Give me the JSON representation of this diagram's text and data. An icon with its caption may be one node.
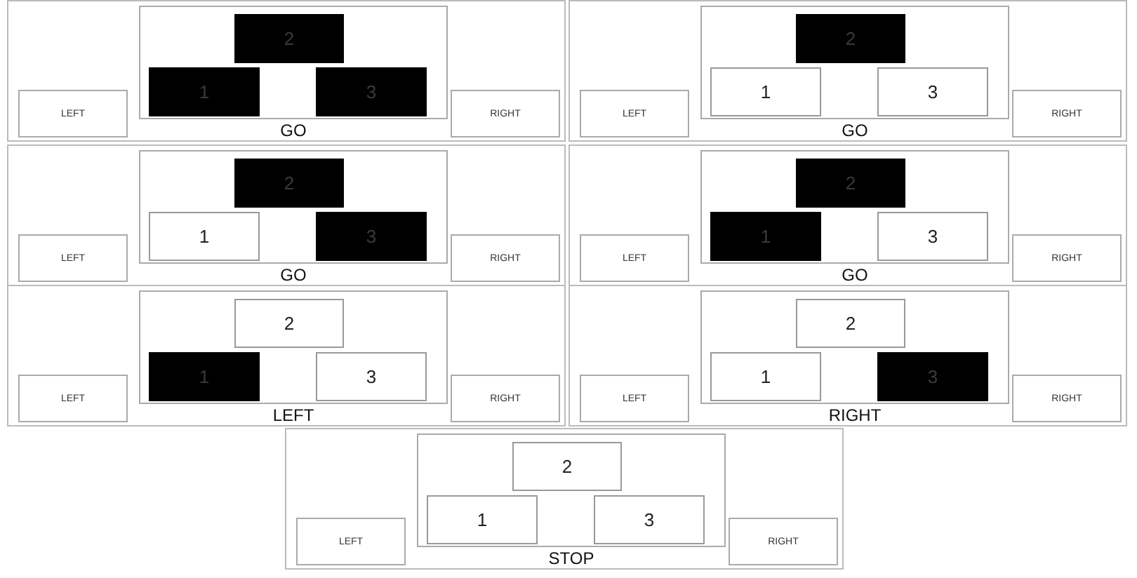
{
  "diagram": {
    "nodes": [
      {
        "text": [
          "GO"
        ]
      },
      {
        "text": [],
        "shape": "box",
        "in": 0
      },
      {
        "text": [],
        "shape": "block",
        "in": 1
      },
      {
        "text": [],
        "shape": "block",
        "in": 1
      },
      {
        "text": [],
        "shape": "block",
        "in": 1
      },
      {
        "text": [
          "LEFT"
        ],
        "in": 0
      },
      {
        "text": [
          "RIGHT"
        ],
        "in": 0
      },
      {
        "text": [
          "GO"
        ]
      },
      {
        "text": [],
        "shape": "box",
        "in": 7
      },
      {
        "text": [],
        "shape": "block",
        "in": 8
      },
      {
        "text": [
          "1"
        ],
        "in": 8
      },
      {
        "text": [
          "3"
        ],
        "in": 8
      },
      {
        "text": [
          "LEFT"
        ],
        "in": 7
      },
      {
        "text": [
          "RIGHT"
        ],
        "in": 7
      },
      {
        "text": [
          "GO"
        ]
      },
      {
        "text": [],
        "shape": "box",
        "in": 14
      },
      {
        "text": [],
        "shape": "block",
        "in": 15
      },
      {
        "text": [
          "1"
        ],
        "in": 15
      },
      {
        "text": [],
        "shape": "block",
        "in": 15
      },
      {
        "text": [
          "LEFT"
        ],
        "in": 14
      },
      {
        "text": [
          "RIGHT"
        ],
        "in": 14
      },
      {
        "text": [
          "GO"
        ]
      },
      {
        "text": [],
        "shape": "box",
        "in": 21
      },
      {
        "text": [],
        "shape": "block",
        "in": 22
      },
      {
        "text": [],
        "shape": "block",
        "in": 22
      },
      {
        "text": [
          "3"
        ],
        "in": 22
      },
      {
        "text": [
          "LEFT"
        ],
        "in": 21
      },
      {
        "text": [
          "RIGHT"
        ],
        "in": 21
      },
      {
        "text": [
          "LEFT"
        ]
      },
      {
        "text": [],
        "shape": "box",
        "in": 28
      },
      {
        "text": [
          "2"
        ],
        "in": 29
      },
      {
        "text": [],
        "shape": "block",
        "in": 29
      },
      {
        "text": [
          "3"
        ],
        "in": 29
      },
      {
        "text": [
          "LEFT"
        ],
        "in": 28
      },
      {
        "text": [
          "RIGHT"
        ],
        "in": 28
      },
      {
        "text": [
          "RIGHT"
        ]
      },
      {
        "text": [],
        "shape": "box",
        "in": 35
      },
      {
        "text": [
          "2"
        ],
        "in": 36
      },
      {
        "text": [
          "1"
        ],
        "in": 36
      },
      {
        "text": [],
        "shape": "block",
        "in": 36
      },
      {
        "text": [
          "LEFT"
        ],
        "in": 35
      },
      {
        "text": [
          "RIGHT"
        ],
        "in": 35
      },
      {
        "text": [
          "STOP"
        ]
      },
      {
        "text": [],
        "shape": "box",
        "in": 42
      },
      {
        "text": [
          "2"
        ],
        "in": 43
      },
      {
        "text": [
          "1"
        ],
        "in": 43
      },
      {
        "text": [
          "3"
        ],
        "in": 43
      },
      {
        "text": [
          "LEFT"
        ],
        "in": 42
      },
      {
        "text": [
          "RIGHT"
        ],
        "in": 42
      }
    ],
    "labels": [
      "2",
      "1",
      "3",
      "2",
      "2",
      "3",
      "2",
      "1",
      "1",
      "3"
    ]
  }
}
